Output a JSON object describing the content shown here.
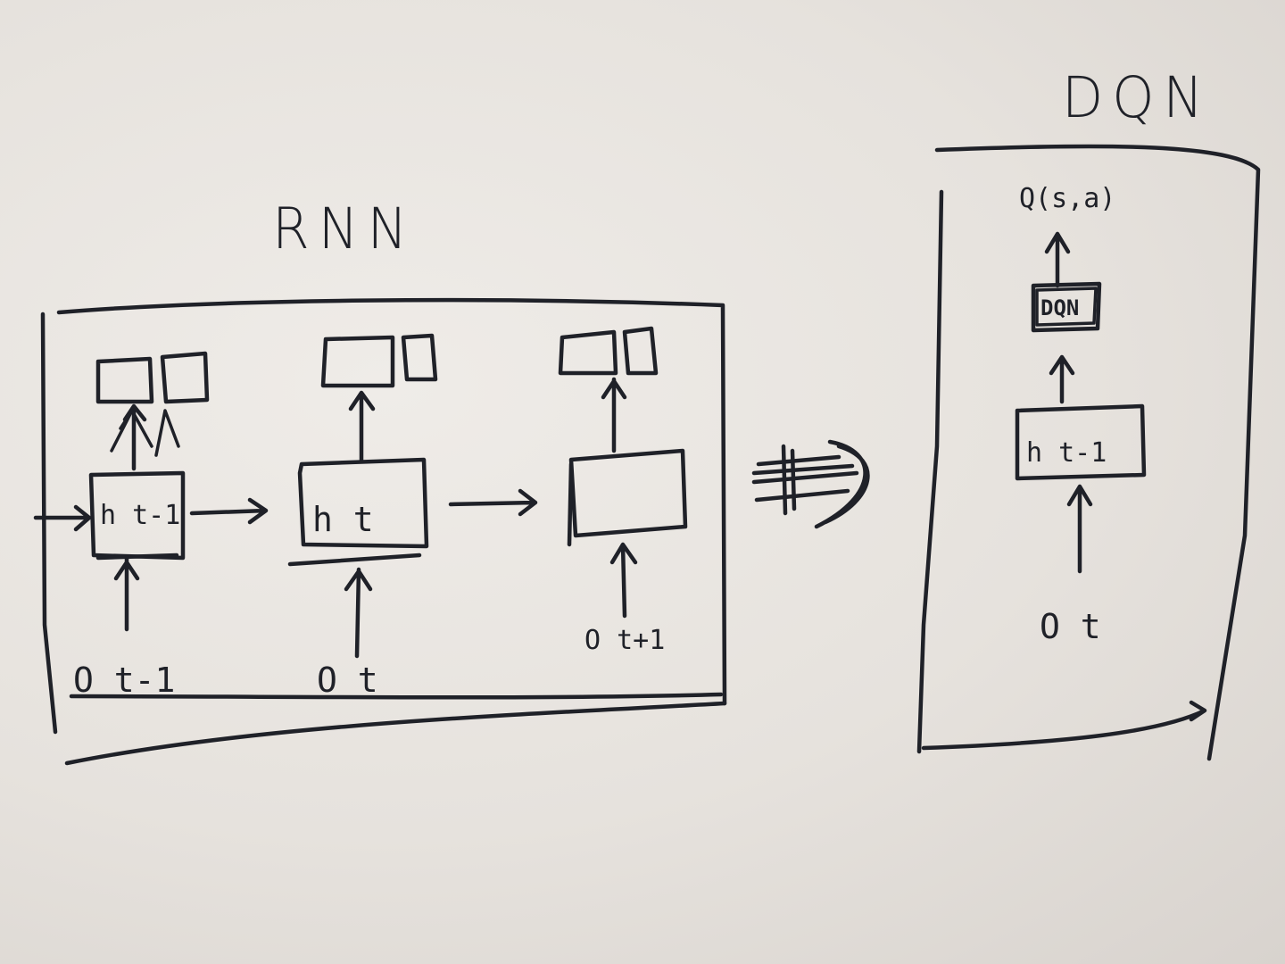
{
  "rnn": {
    "title": "RNN",
    "cells": [
      {
        "hidden_label": "h t-1",
        "input_label": "O t-1"
      },
      {
        "hidden_label": "h t",
        "input_label": "O t"
      },
      {
        "hidden_label": "",
        "input_label": "O t+1"
      }
    ]
  },
  "dqn": {
    "title": "DQN",
    "output_label": "Q(s,a)",
    "top_box_label": "DQN",
    "hidden_label": "h t-1",
    "input_label": "O t"
  },
  "colors": {
    "ink": "#1f2128",
    "paper": "#e9e5e0"
  }
}
